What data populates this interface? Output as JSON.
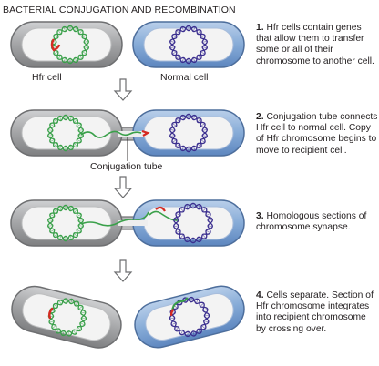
{
  "title": "BACTERIAL CONJUGATION AND RECOMBINATION",
  "labels": {
    "hfr_cell": "Hfr cell",
    "normal_cell": "Normal cell",
    "conjugation_tube": "Conjugation tube"
  },
  "steps": [
    {
      "number": "1.",
      "text": "Hfr cells contain genes that allow them to transfer some or all of their chromosome to another cell."
    },
    {
      "number": "2.",
      "text": "Conjugation tube connects Hfr cell to normal cell. Copy of Hfr chromosome begins to move to recipient cell."
    },
    {
      "number": "3.",
      "text": "Homologous sections of chromosome synapse."
    },
    {
      "number": "4.",
      "text": "Cells separate. Section of Hfr chromosome integrates into recipient chromosome by crossing over."
    }
  ],
  "colors": {
    "hfr_cell_fill": "#9a9b9d",
    "normal_cell_fill": "#7fa6d4",
    "hfr_dna": "#3aa04a",
    "normal_dna": "#3b2f8f",
    "origin_marker": "#d62a22"
  }
}
